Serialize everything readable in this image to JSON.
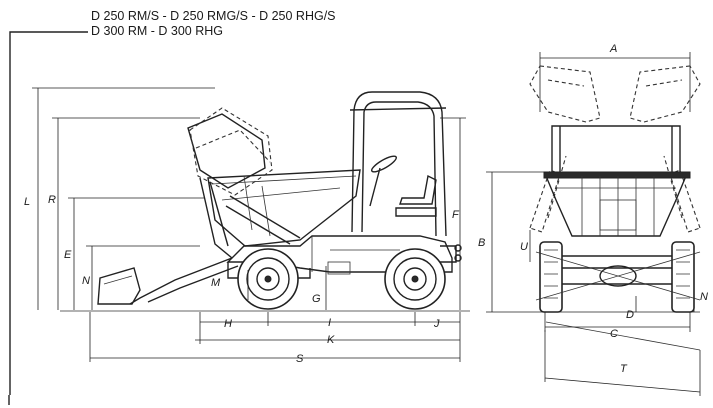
{
  "header": {
    "model_line_1": "D 250 RM/S - D 250 RMG/S - D 250 RHG/S",
    "model_line_2": "D 300 RM - D 300 RHG"
  },
  "dimensions": {
    "side_view": {
      "L": "L",
      "R": "R",
      "E": "E",
      "N": "N",
      "M": "M",
      "H": "H",
      "G": "G",
      "I": "I",
      "J": "J",
      "K": "K",
      "S": "S",
      "F": "F"
    },
    "front_view": {
      "A": "A",
      "B": "B",
      "U": "U",
      "C": "C",
      "D": "D",
      "N": "N",
      "T": "T"
    }
  },
  "colors": {
    "line": "#222222",
    "background": "#ffffff"
  }
}
